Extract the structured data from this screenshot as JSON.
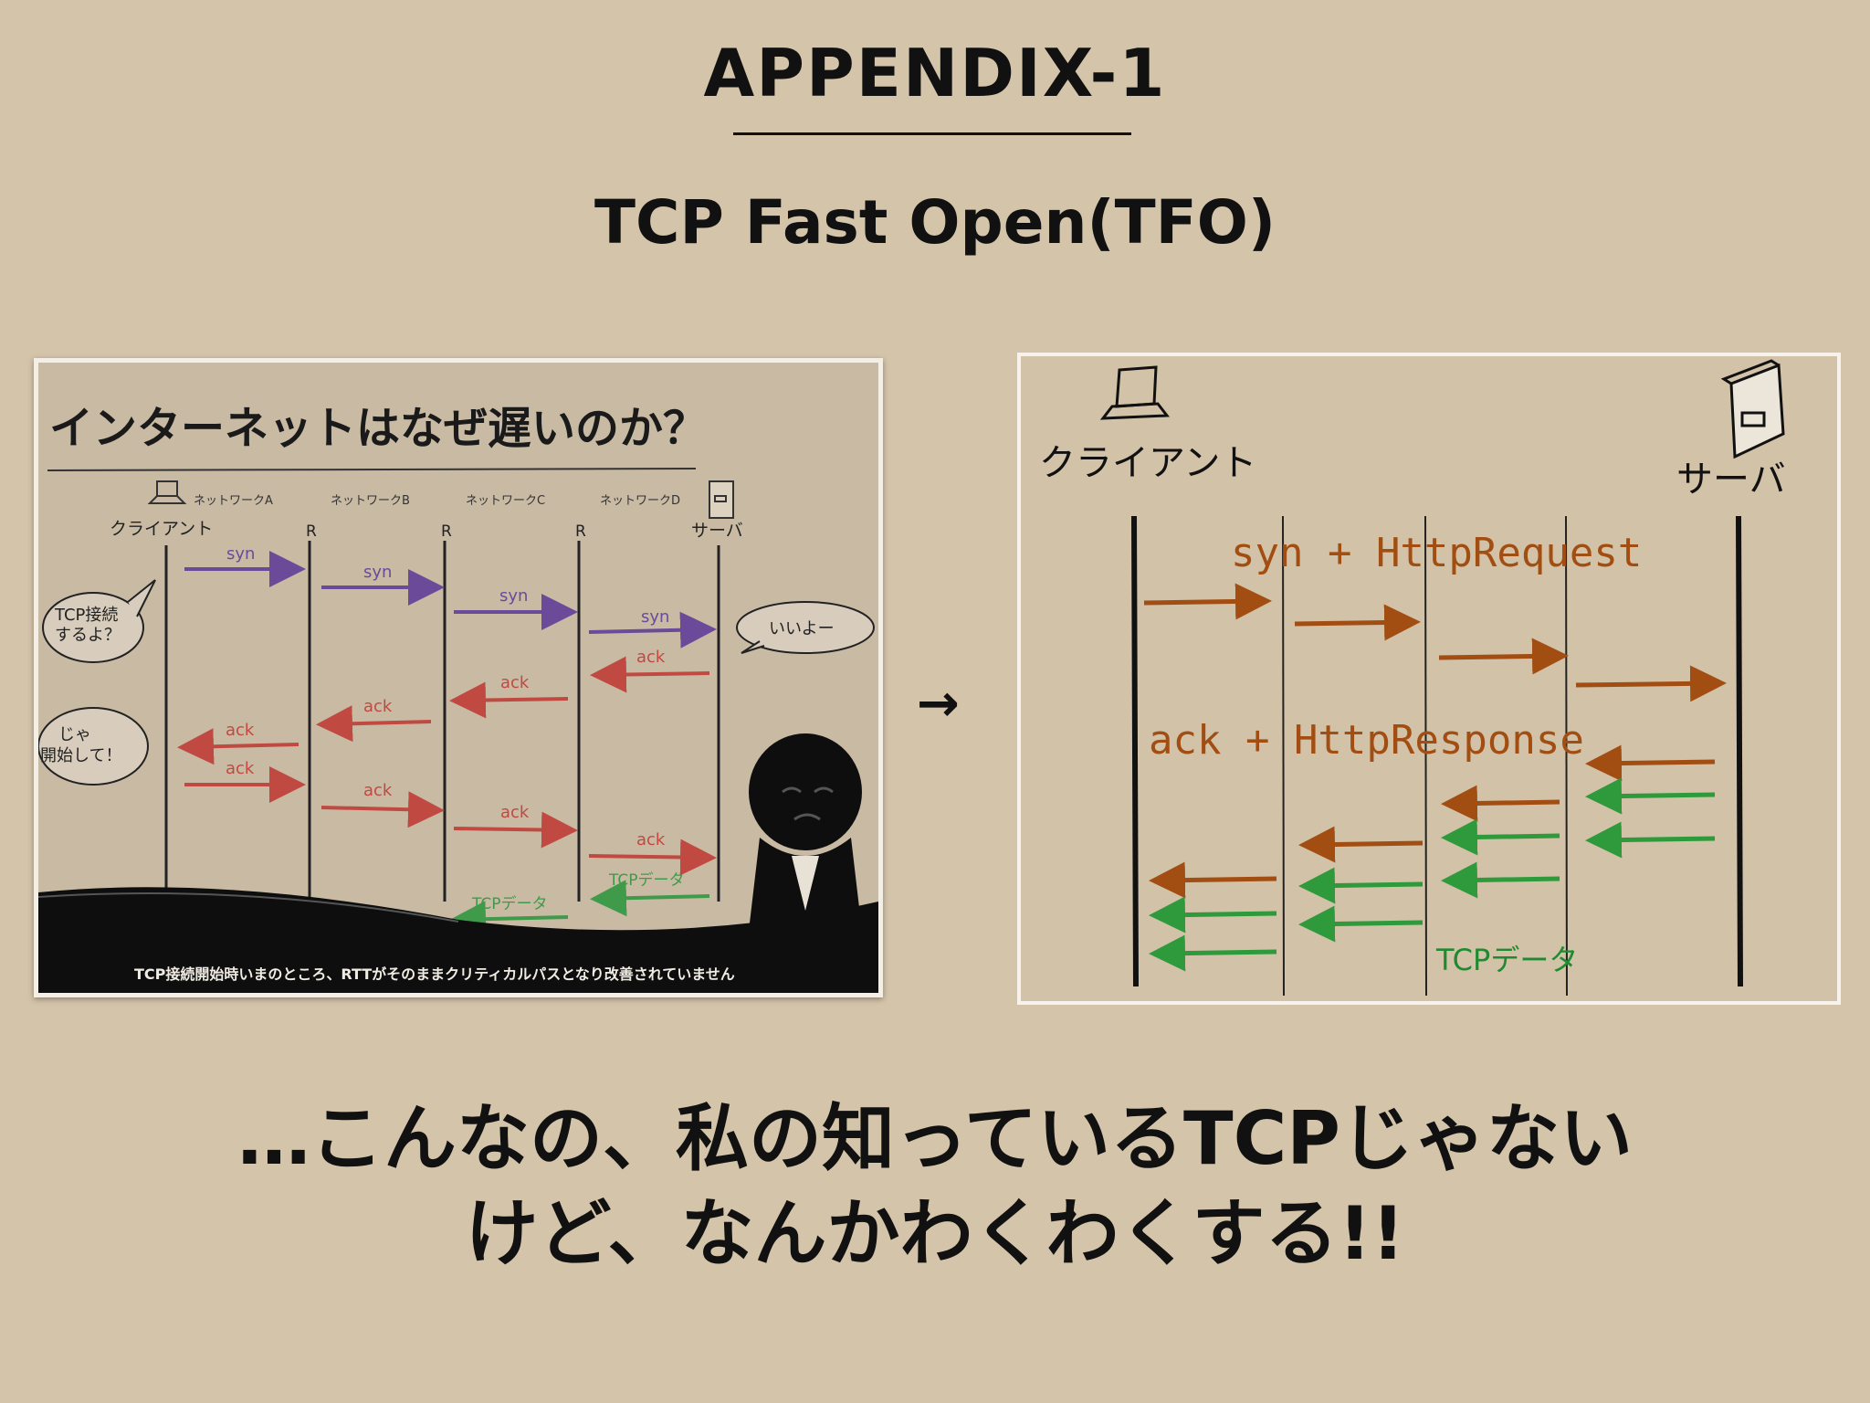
{
  "header": {
    "title": "APPENDIX-1",
    "subtitle": "TCP Fast Open(TFO)"
  },
  "left_slide": {
    "heading": "インターネットはなぜ遅いのか？",
    "client_label": "クライアント",
    "server_label": "サーバ",
    "networks": [
      "ネットワークA",
      "ネットワークB",
      "ネットワークC",
      "ネットワークD"
    ],
    "router_labels": [
      "R",
      "R",
      "R"
    ],
    "bubble_client_1": [
      "TCP接続",
      "するよ？"
    ],
    "bubble_server": "いいよー",
    "bubble_client_2": [
      "じゃ",
      "開始して！"
    ],
    "syn_label": "syn",
    "ack_label": "ack",
    "data_label": "TCPデータ",
    "caption": "TCP接続開始時いまのところ、RTTがそのままクリティカルパスとなり改善されていません",
    "colors": {
      "syn": "#6b4a9a",
      "ack": "#c04a42",
      "data": "#3f9a4a"
    }
  },
  "mid_arrow": "→",
  "right_slide": {
    "client_label": "クライアント",
    "server_label": "サーバ",
    "request_label": "syn + HttpRequest",
    "response_label": "ack + HttpResponse",
    "data_label": "TCPデータ",
    "colors": {
      "request": "#a24e12",
      "data": "#2e9a3c",
      "data_text": "#1f8a30"
    }
  },
  "footer": {
    "line1": "…こんなの、私の知っているTCPじゃない",
    "line2": "けど、なんかわくわくする!!"
  }
}
